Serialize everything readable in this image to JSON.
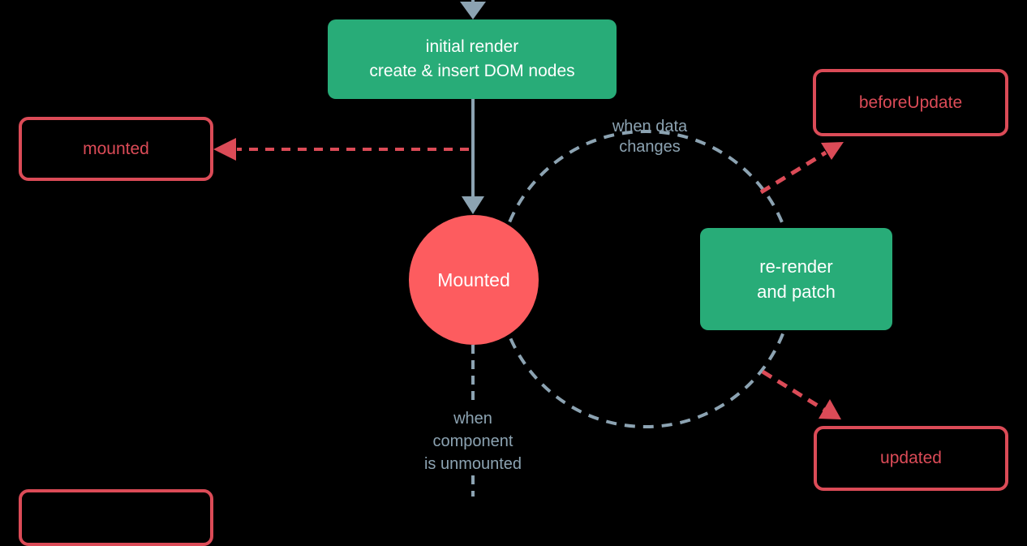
{
  "colors": {
    "background": "#000000",
    "green": "#28ac78",
    "coral": "#fd5c5f",
    "red": "#db4b57",
    "gray": "#8ca3b2",
    "white": "#ffffff"
  },
  "nodes": {
    "initial_render": {
      "line1": "initial render",
      "line2": "create & insert DOM nodes"
    },
    "mounted_hook": {
      "label": "mounted"
    },
    "mounted_state": {
      "label": "Mounted"
    },
    "re_render": {
      "line1": "re-render",
      "line2": "and patch"
    },
    "before_update_hook": {
      "label": "beforeUpdate"
    },
    "updated_hook": {
      "label": "updated"
    }
  },
  "annotations": {
    "when_data_changes": {
      "line1": "when data",
      "line2": "changes"
    },
    "when_unmounted": {
      "line1": "when",
      "line2": "component",
      "line3": "is unmounted"
    }
  }
}
